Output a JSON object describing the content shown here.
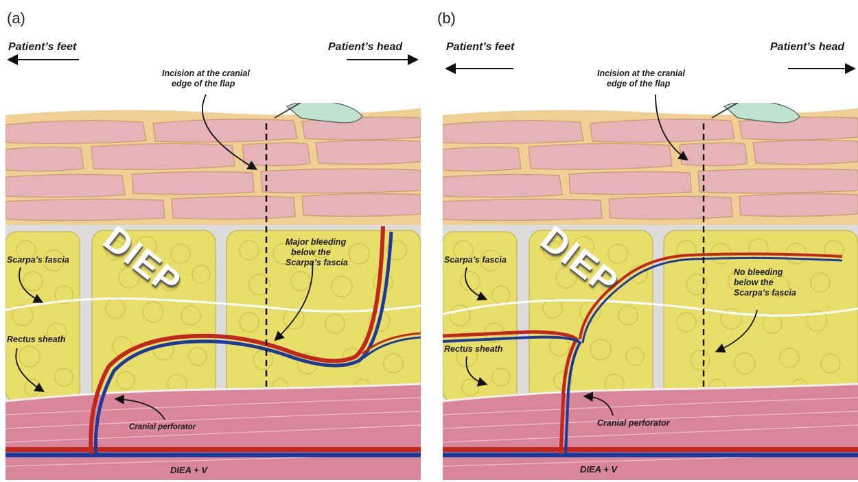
{
  "panels": [
    {
      "letter": "(a)",
      "feet_label": "Patient’s feet",
      "head_label": "Patient’s head",
      "incision_line1": "Incision at the cranial",
      "incision_line2": "edge of the flap",
      "bleeding_line1": "Major bleeding",
      "bleeding_line2": "below the",
      "bleeding_line3": "Scarpa’s fascia",
      "scarpa_label": "Scarpa’s fascia",
      "rectus_label": "Rectus sheath",
      "perforator_label": "Cranial perforator",
      "diea_label": "DIEA + V",
      "watermark": "DIEP"
    },
    {
      "letter": "(b)",
      "feet_label": "Patient’s feet",
      "head_label": "Patient’s head",
      "incision_line1": "Incision at the cranial",
      "incision_line2": "edge of the flap",
      "bleeding_line1": "No bleeding",
      "bleeding_line2": "below the",
      "bleeding_line3": "Scarpa’s fascia",
      "scarpa_label": "Scarpa’s fascia",
      "rectus_label": "Rectus sheath",
      "perforator_label": "Cranial perforator",
      "diea_label": "DIEA + V",
      "watermark": "DIEP"
    }
  ],
  "colors": {
    "skin": "#e6b3b8",
    "dermis": "#f0cf95",
    "fat": "#e8df6a",
    "artery": "#c0281e",
    "vein": "#1c3a9a",
    "muscle": "#d9869a",
    "septa": "#dcdcdc"
  }
}
